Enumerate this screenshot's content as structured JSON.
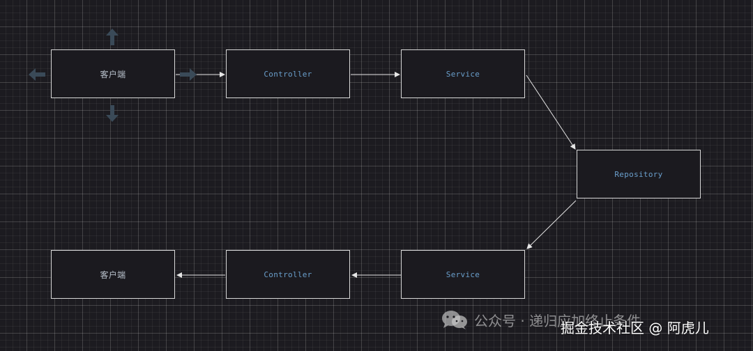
{
  "nodes": {
    "client_top": "客户端",
    "controller_top": "Controller",
    "service_top": "Service",
    "repository": "Repository",
    "service_bottom": "Service",
    "controller_bottom": "Controller",
    "client_bottom": "客户端"
  },
  "watermark": {
    "account": "公众号 · 递归应加终止条件",
    "site": "掘金技术社区 @ 阿虎儿"
  },
  "colors": {
    "background": "#1c1b20",
    "node_border": "#d9d9d9",
    "node_text": "#6a9fcc",
    "edge": "#e6e6e6",
    "handle": "#3a4a58"
  },
  "icons": [
    "arrow-up-icon",
    "arrow-down-icon",
    "arrow-left-icon",
    "arrow-right-icon",
    "wechat-icon"
  ]
}
